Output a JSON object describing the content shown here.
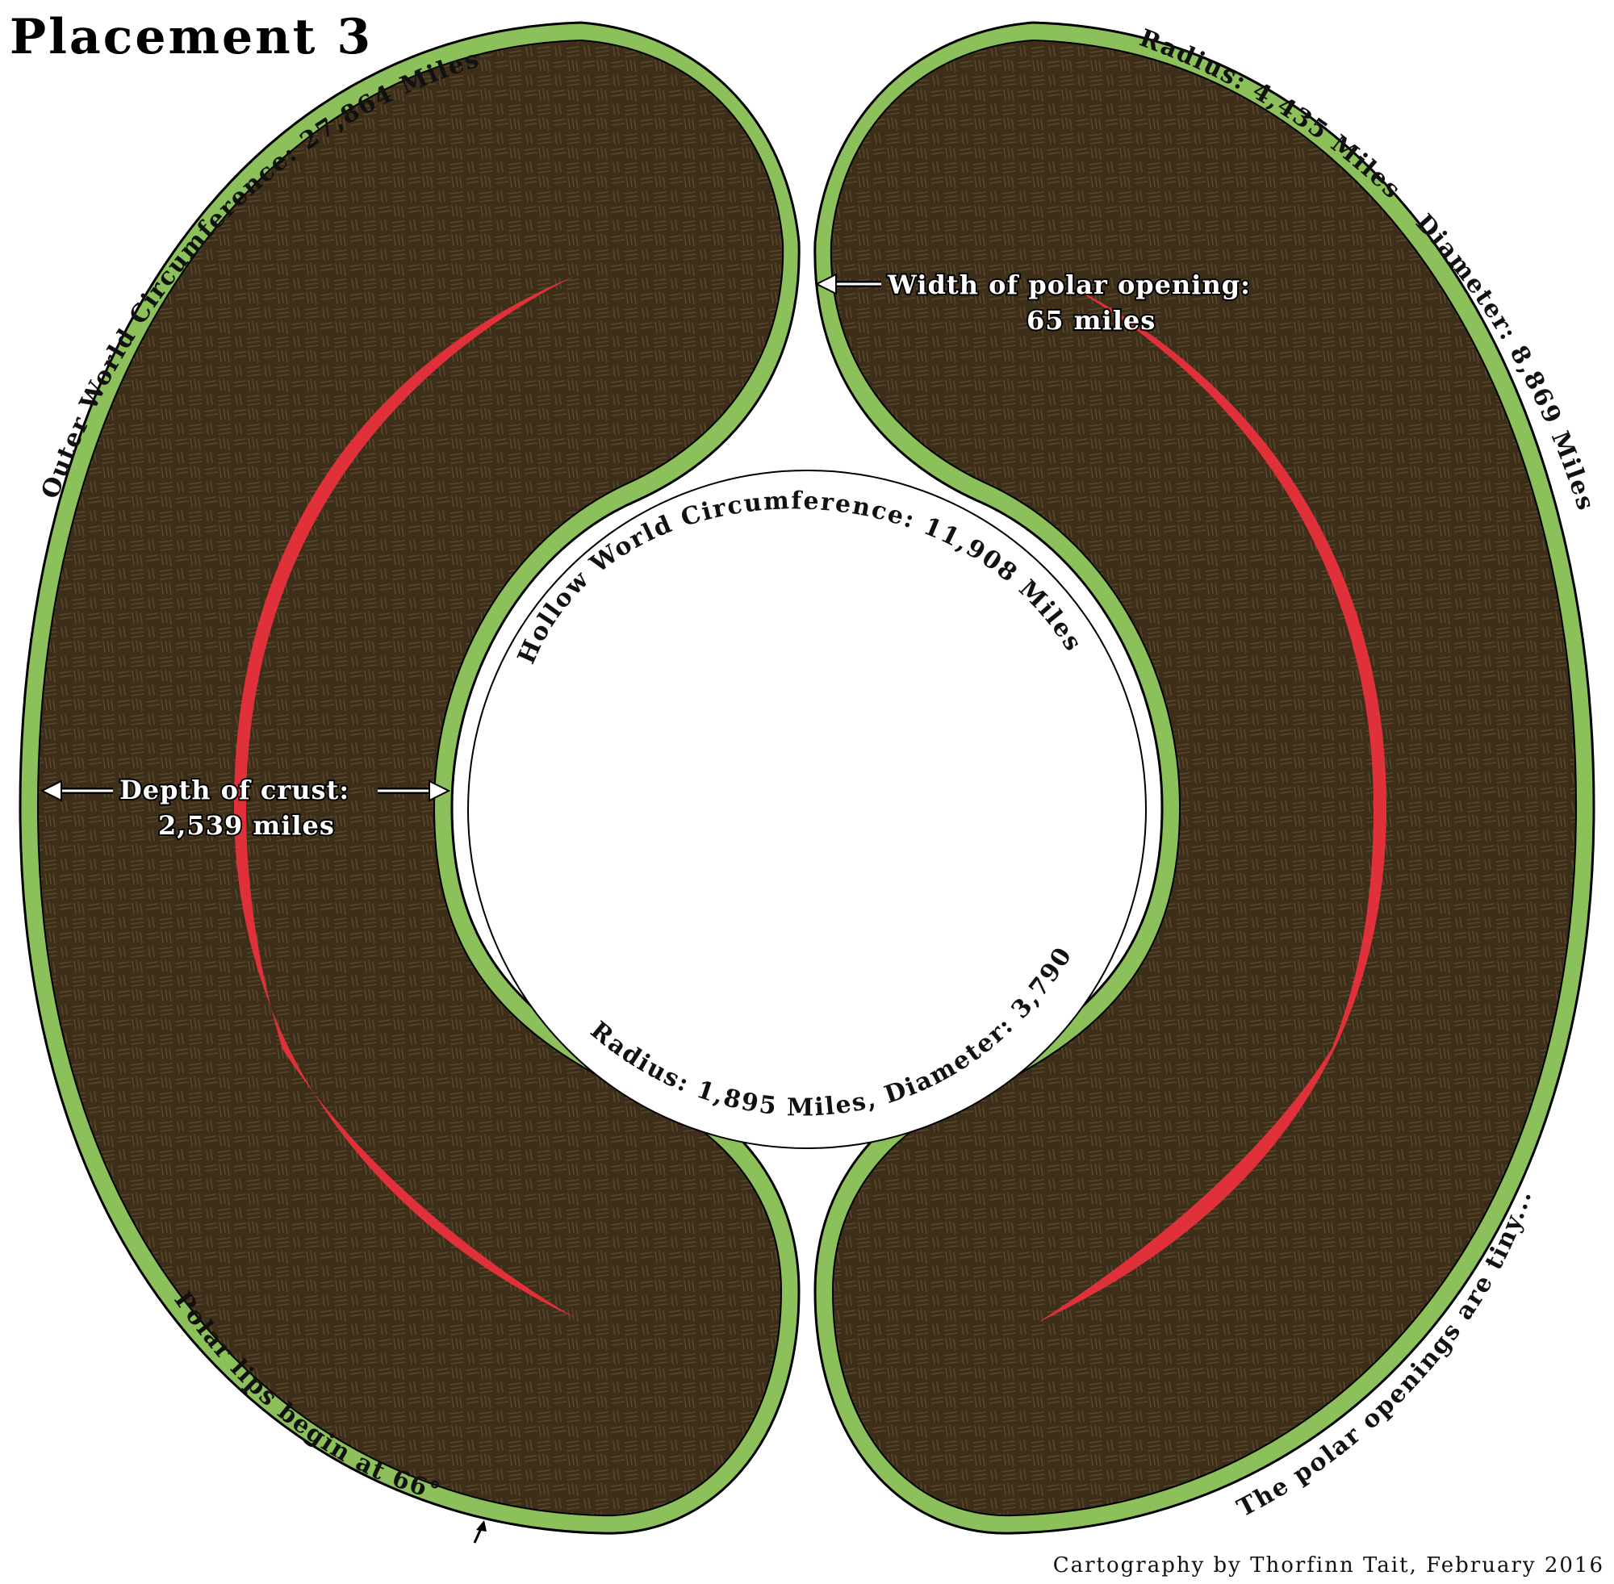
{
  "title": "Placement 3",
  "outer_world": {
    "circumference_label": "Outer World Circumference: 27,864 Miles",
    "radius_label": "Radius: 4,435 Miles",
    "diameter_label": "Diameter: 8,869 Miles"
  },
  "hollow_world": {
    "circumference_label": "Hollow World Circumference: 11,908 Miles",
    "radius_diameter_label": "Radius: 1,895 Miles, Diameter: 3,790 Miles"
  },
  "polar_opening": {
    "label_line1": "Width of polar opening:",
    "label_line2": "65 miles"
  },
  "crust": {
    "label_line1": "Depth of crust:",
    "label_line2": "2,539 miles"
  },
  "notes": {
    "polar_lips": "Polar lips begin at 66°",
    "polar_openings_tiny": "The polar openings are tiny..."
  },
  "credit": "Cartography by Thorfinn Tait, February 2016",
  "colors": {
    "crust": "#3c2e19",
    "crust_texture": "#55432a",
    "surface_green": "#8cc05a",
    "magma_red": "#e0313a",
    "outline": "#000000",
    "background": "#ffffff"
  }
}
